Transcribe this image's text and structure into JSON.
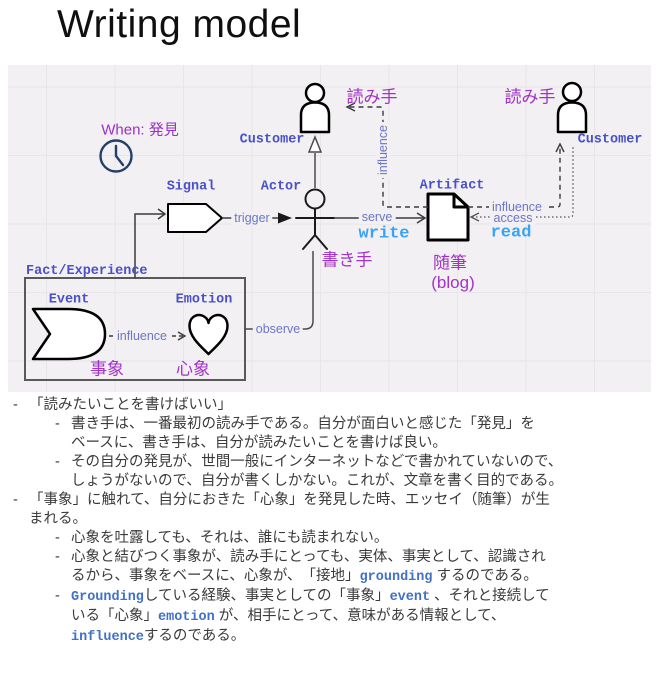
{
  "page": {
    "title": "Writing model"
  },
  "diagram": {
    "when_label": "When: 発見",
    "nodes": {
      "signal": "Signal",
      "actor": "Actor",
      "customer_center": "Customer",
      "customer_right": "Customer",
      "artifact": "Artifact",
      "fact_experience": "Fact/Experience",
      "event": "Event",
      "emotion": "Emotion"
    },
    "jp": {
      "reader_center": "読み手",
      "reader_right": "読み手",
      "writer": "書き手",
      "essay": "随筆",
      "blog": "(blog)",
      "event_jp": "事象",
      "emotion_jp": "心象"
    },
    "edges": {
      "trigger": "trigger",
      "serve": "serve",
      "influence_center": "influence",
      "influence_right": "influence",
      "access": "access",
      "observe": "observe",
      "influence_inner": "influence",
      "write": "write",
      "read": "read"
    },
    "colors": {
      "node_label": "#4a50c8",
      "edge_label": "#6b76c9",
      "read_write": "#39a3f4",
      "jp_purple": "#a333c8",
      "clock": "#23406b",
      "code_blue": "#4070c8"
    }
  },
  "notes": [
    {
      "indent": 0,
      "bullet": true,
      "segments": [
        {
          "t": "「読みたいことを書けばいい」"
        }
      ]
    },
    {
      "indent": 1,
      "bullet": true,
      "segments": [
        {
          "t": "書き手は、一番最初の読み手である。自分が面白いと感じた「発見」を"
        }
      ]
    },
    {
      "indent": 1,
      "bullet": false,
      "segments": [
        {
          "t": "ベースに、書き手は、自分が読みたいことを書けば良い。"
        }
      ]
    },
    {
      "indent": 1,
      "bullet": true,
      "segments": [
        {
          "t": "その自分の発見が、世間一般にインターネットなどで書かれていないので、"
        }
      ]
    },
    {
      "indent": 1,
      "bullet": false,
      "segments": [
        {
          "t": "しょうがないので、自分が書くしかない。これが、文章を書く目的である。"
        }
      ]
    },
    {
      "indent": 0,
      "bullet": true,
      "segments": [
        {
          "t": "「事象」に触れて、自分におきた「心象」を発見した時、エッセイ（随筆）が生"
        }
      ]
    },
    {
      "indent": 0,
      "bullet": false,
      "segments": [
        {
          "t": "まれる。"
        }
      ]
    },
    {
      "indent": 1,
      "bullet": true,
      "segments": [
        {
          "t": "心象を吐露しても、それは、誰にも読まれない。"
        }
      ]
    },
    {
      "indent": 1,
      "bullet": true,
      "segments": [
        {
          "t": "心象と結びつく事象が、読み手にとっても、実体、事実として、認識され"
        }
      ]
    },
    {
      "indent": 1,
      "bullet": false,
      "segments": [
        {
          "t": "るから、事象をベースに、心象が、　「接地」"
        },
        {
          "t": "grounding",
          "c": true
        },
        {
          "t": " するのである。"
        }
      ]
    },
    {
      "indent": 1,
      "bullet": true,
      "segments": [
        {
          "t": "Grounding",
          "c": true
        },
        {
          "t": "している経験、事実としての「事象」"
        },
        {
          "t": "event",
          "c": true
        },
        {
          "t": " 、それと接続して"
        }
      ]
    },
    {
      "indent": 1,
      "bullet": false,
      "segments": [
        {
          "t": "いる「心象」"
        },
        {
          "t": "emotion",
          "c": true
        },
        {
          "t": " が、相手にとって、意味がある情報として、"
        }
      ]
    },
    {
      "indent": 1,
      "bullet": false,
      "segments": [
        {
          "t": "influence",
          "c": true
        },
        {
          "t": "するのである。"
        }
      ]
    }
  ]
}
